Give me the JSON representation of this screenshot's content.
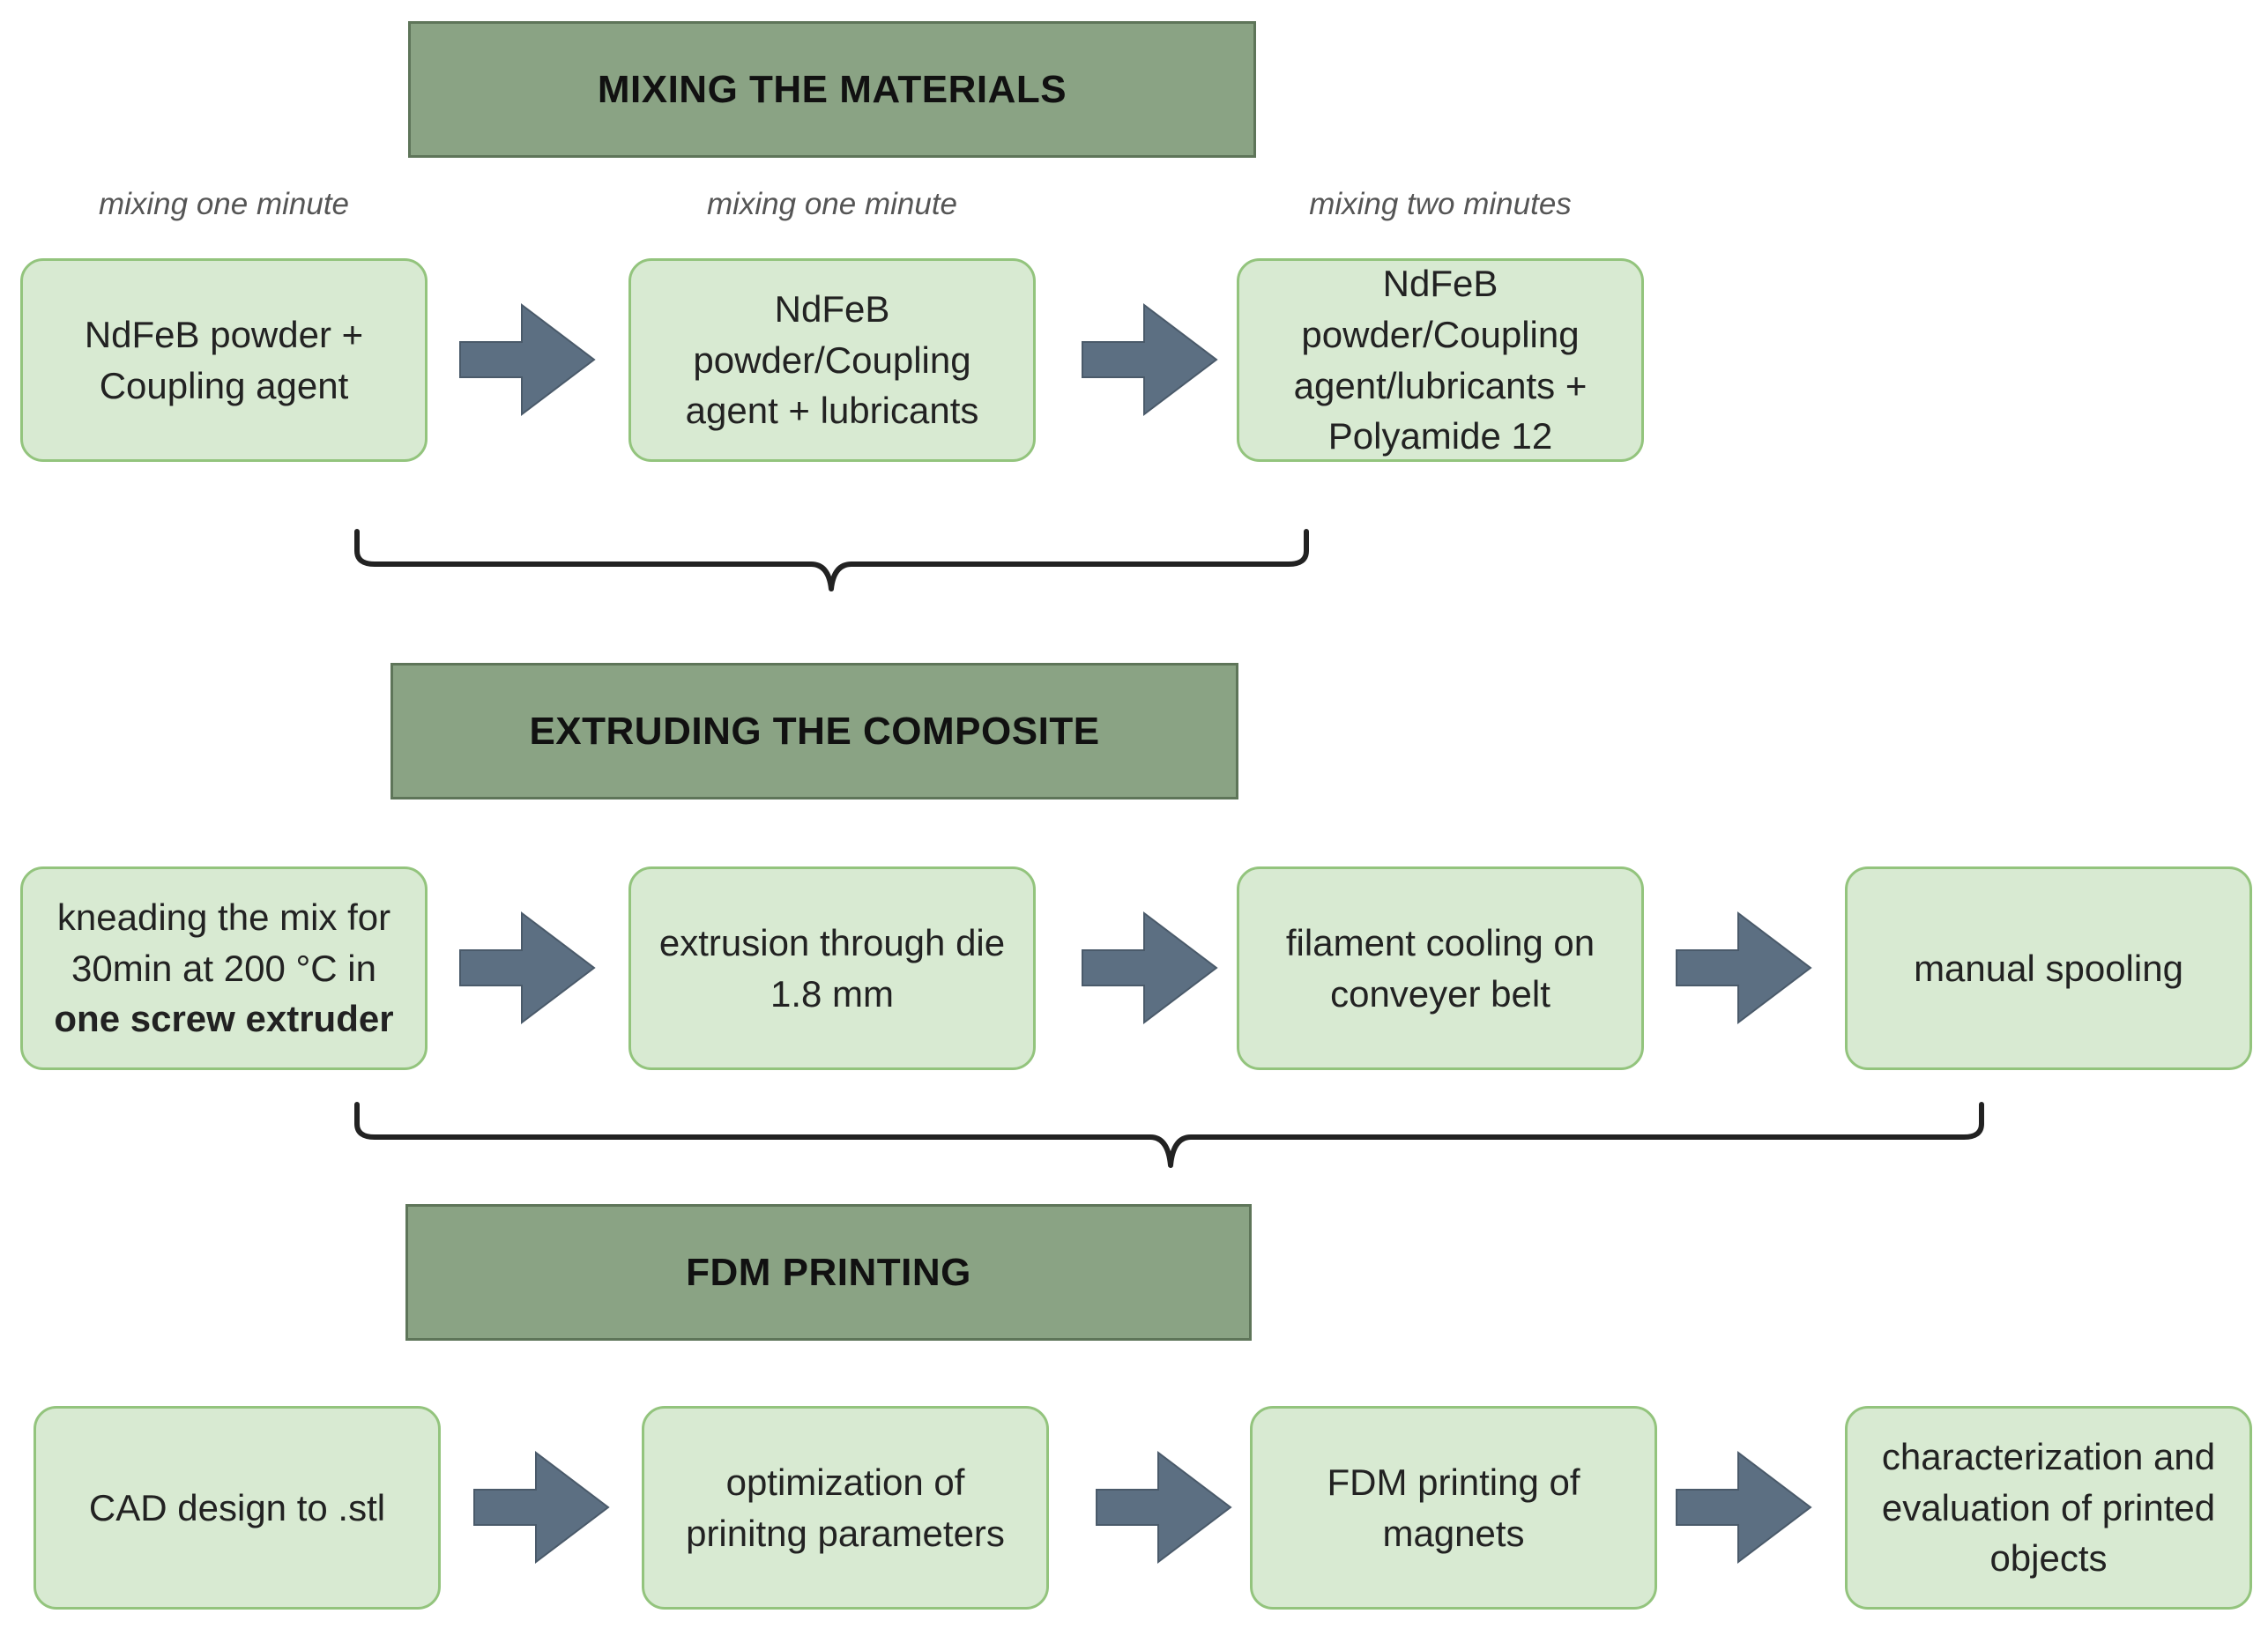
{
  "colors": {
    "header_fill": "#8aa384",
    "header_border": "#5e7559",
    "box_fill": "#d8ead2",
    "box_border": "#93c47d",
    "arrow_fill": "#5c6f82",
    "brace_stroke": "#222222"
  },
  "mixing": {
    "header": "MIXING THE MATERIALS",
    "notes": [
      "mixing one minute",
      "mixing one minute",
      "mixing two minutes"
    ],
    "steps": [
      "NdFeB powder + Coupling agent",
      "NdFeB powder/Coupling agent + lubricants",
      "NdFeB powder/Coupling agent/lubricants + Polyamide 12"
    ]
  },
  "extruding": {
    "header": "EXTRUDING THE COMPOSITE",
    "step1_text": "kneading the mix for 30min at 200 °C in",
    "step1_bold": "one screw extruder",
    "steps": [
      "extrusion through die 1.8 mm",
      "filament cooling on conveyer belt",
      "manual spooling"
    ]
  },
  "printing": {
    "header": "FDM PRINTING",
    "steps": [
      "CAD design to .stl",
      "optimization of prinitng parameters",
      "FDM printing of magnets",
      "characterization and evaluation of printed objects"
    ]
  }
}
